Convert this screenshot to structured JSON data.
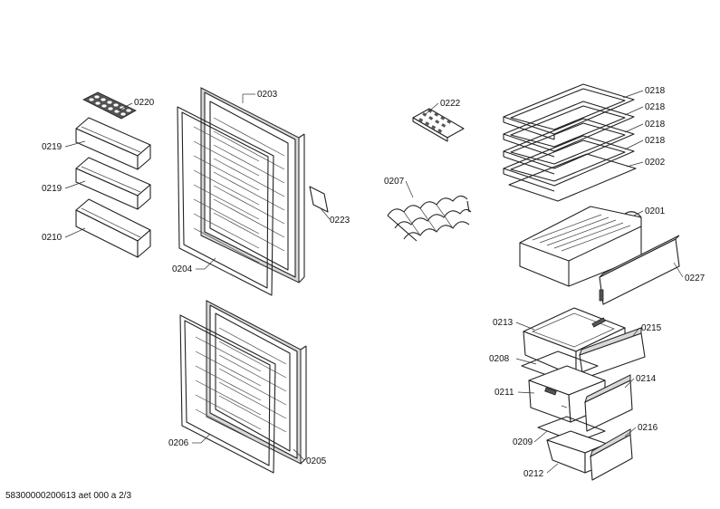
{
  "footer": {
    "doc_id": "58300000200613 aet 000 a 2/3"
  },
  "callouts": {
    "c0220": "0220",
    "c0219a": "0219",
    "c0219b": "0219",
    "c0210": "0210",
    "c0203": "0203",
    "c0204": "0204",
    "c0223": "0223",
    "c0206": "0206",
    "c0205": "0205",
    "c0222": "0222",
    "c0207": "0207",
    "c0218a": "0218",
    "c0218b": "0218",
    "c0218c": "0218",
    "c0218d": "0218",
    "c0202": "0202",
    "c0201": "0201",
    "c0227": "0227",
    "c0213": "0213",
    "c0215": "0215",
    "c0208": "0208",
    "c0211": "0211",
    "c0214": "0214",
    "c0209": "0209",
    "c0216": "0216",
    "c0212": "0212"
  }
}
